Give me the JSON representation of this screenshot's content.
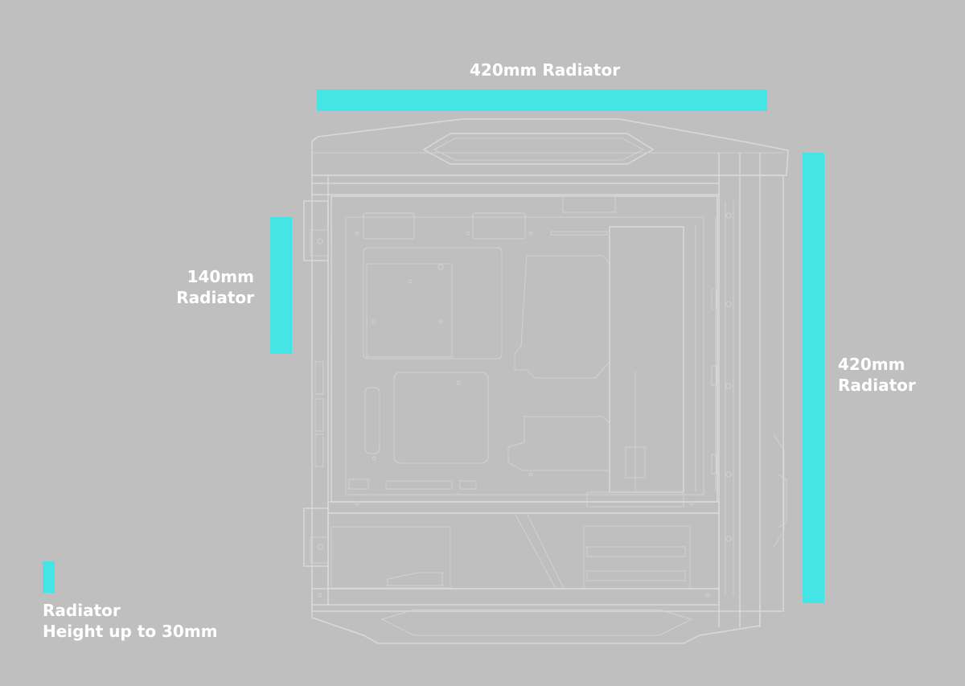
{
  "colors": {
    "background": "#bfbfbf",
    "radiator_bar": "#45e5e5",
    "label_text": "#ffffff",
    "case_lines": "#d9d9d9"
  },
  "labels": {
    "top_radiator": "420mm Radiator",
    "side_radiator_size": "140mm",
    "side_radiator_word": "Radiator",
    "front_radiator_size": "420mm",
    "front_radiator_word": "Radiator"
  },
  "legend": {
    "line1": "Radiator",
    "line2": "Height up to 30mm"
  }
}
